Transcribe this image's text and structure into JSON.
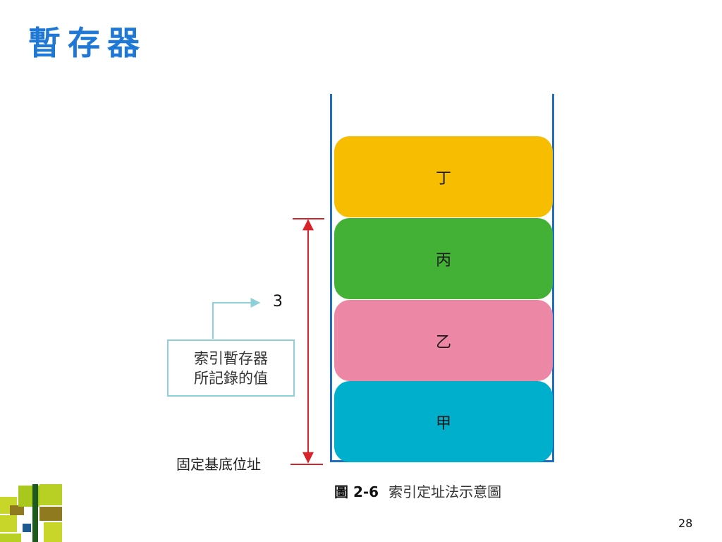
{
  "title": "暫存器",
  "stack": {
    "blocks": [
      {
        "label": "丁",
        "color": "#f7bd00"
      },
      {
        "label": "丙",
        "color": "#43b136"
      },
      {
        "label": "乙",
        "color": "#ec88a5"
      },
      {
        "label": "甲",
        "color": "#00afcc"
      }
    ],
    "border_color": "#1f6fc2"
  },
  "annotation": {
    "value": "3",
    "note_line1": "索引暫存器",
    "note_line2": "所記錄的值",
    "base_label": "固定基底位址",
    "measure_color": "#d8232a",
    "note_color": "#8fd0d8"
  },
  "caption": {
    "figure_number": "圖 2-6",
    "text": "索引定址法示意圖"
  },
  "page_number": "28",
  "colors": {
    "title": "#1f78d6"
  }
}
